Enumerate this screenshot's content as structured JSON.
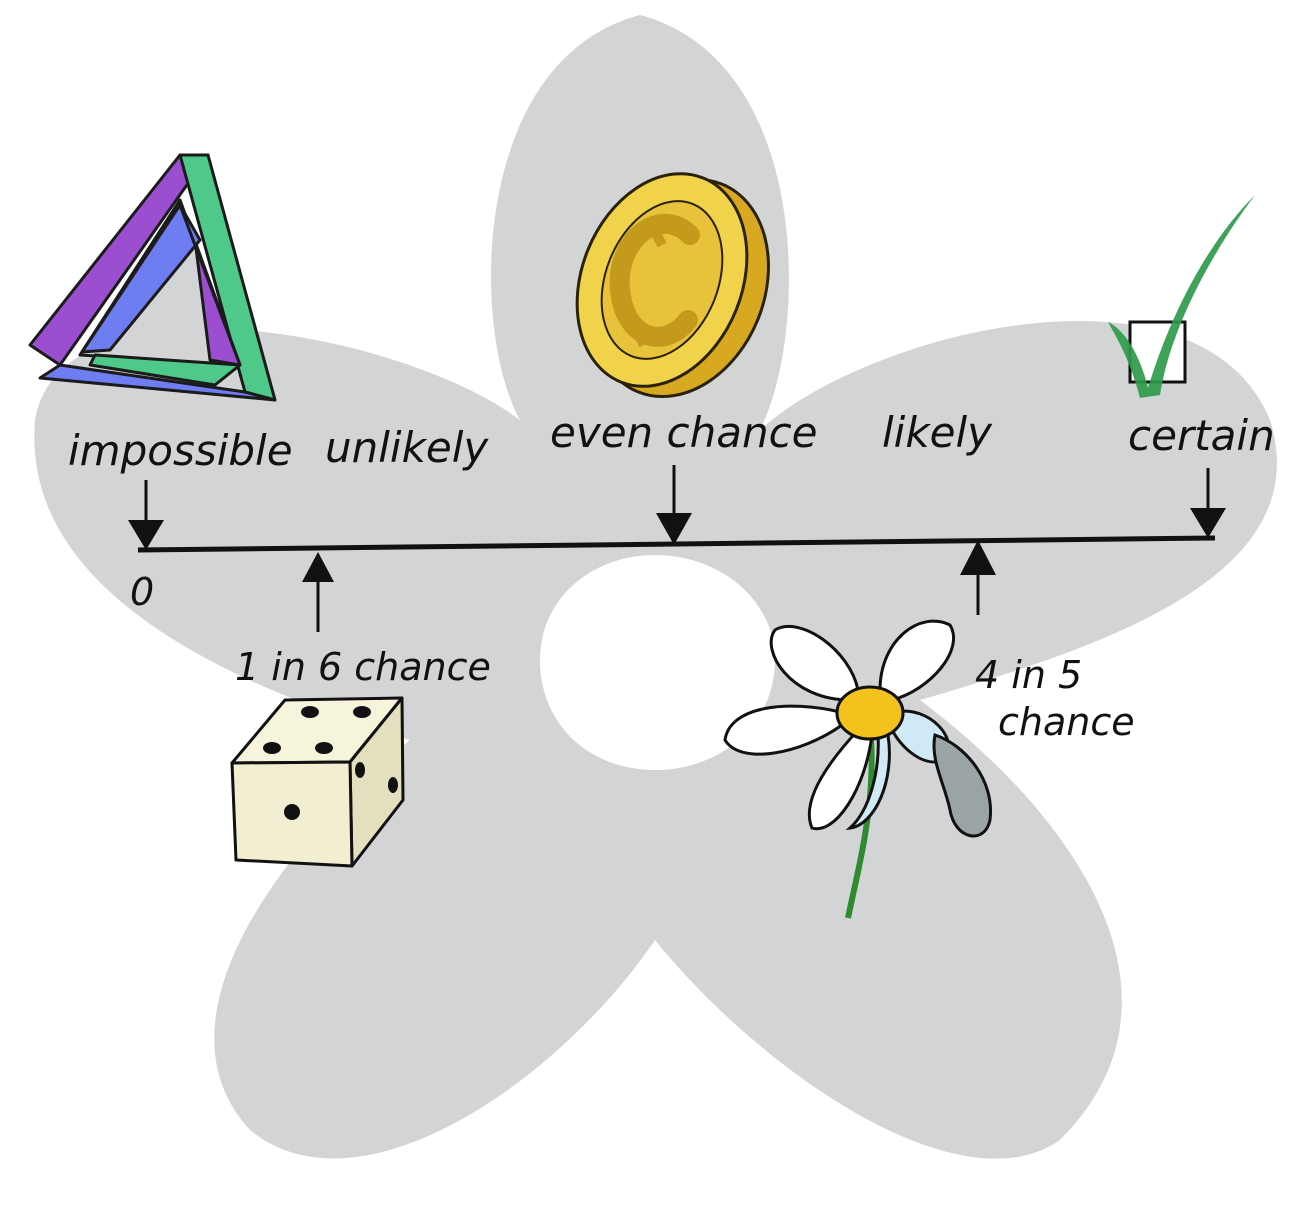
{
  "scale": {
    "start_value": "0",
    "labels": {
      "impossible": "impossible",
      "unlikely": "unlikely",
      "even_chance": "even chance",
      "likely": "likely",
      "certain": "certain"
    },
    "examples": {
      "die": "1 in 6 chance",
      "flower_line1": "4 in 5",
      "flower_line2": "chance"
    }
  },
  "colors": {
    "background_shape": "#d3d4d6",
    "line": "#111111",
    "triangle_purple": "#9b4fd0",
    "triangle_green": "#4ec98a",
    "triangle_blue": "#6f7df2",
    "coin_gold": "#f0d34a",
    "coin_dark": "#d8a821",
    "check_green": "#2e9b4a",
    "die_face": "#f2eed2",
    "petal_white": "#ffffff",
    "petal_blue": "#cfe9f6",
    "flower_center": "#f4c21d",
    "stem_green": "#2f8a32",
    "fallen_petal": "#9aa3a6"
  },
  "icons": [
    "impossible-triangle-icon",
    "coin-icon",
    "checkmark-icon",
    "die-icon",
    "daisy-icon"
  ]
}
